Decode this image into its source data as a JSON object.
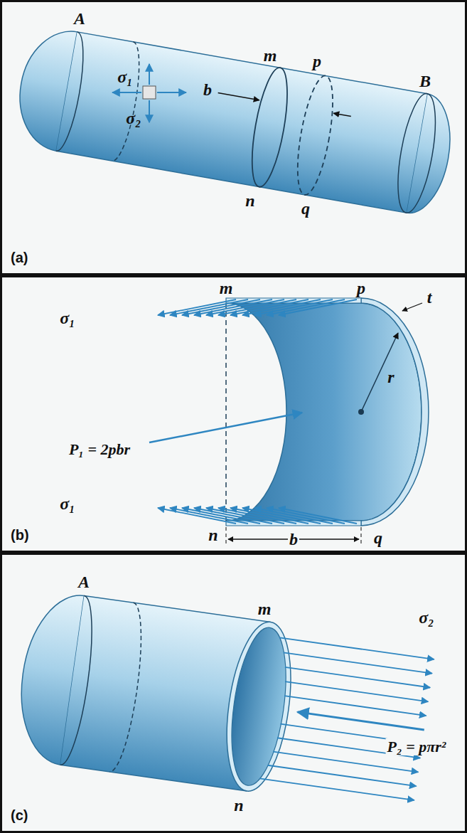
{
  "diagram": {
    "nodes": [
      {
        "text": [
          "(a)"
        ]
      },
      {
        "text": [
          "(b)"
        ]
      },
      {
        "text": [
          "(c)"
        ]
      }
    ],
    "labels": [
      "A",
      "σ₁",
      "σ₂",
      "m",
      "p",
      "b",
      "B",
      "n",
      "q",
      "m",
      "p",
      "σ₁",
      "t",
      "r",
      "P₁ = 2pbr",
      "n",
      "σ₁",
      "q",
      "b",
      "A",
      "m",
      "σ₂",
      "P₂ = pπr²",
      "n"
    ]
  }
}
